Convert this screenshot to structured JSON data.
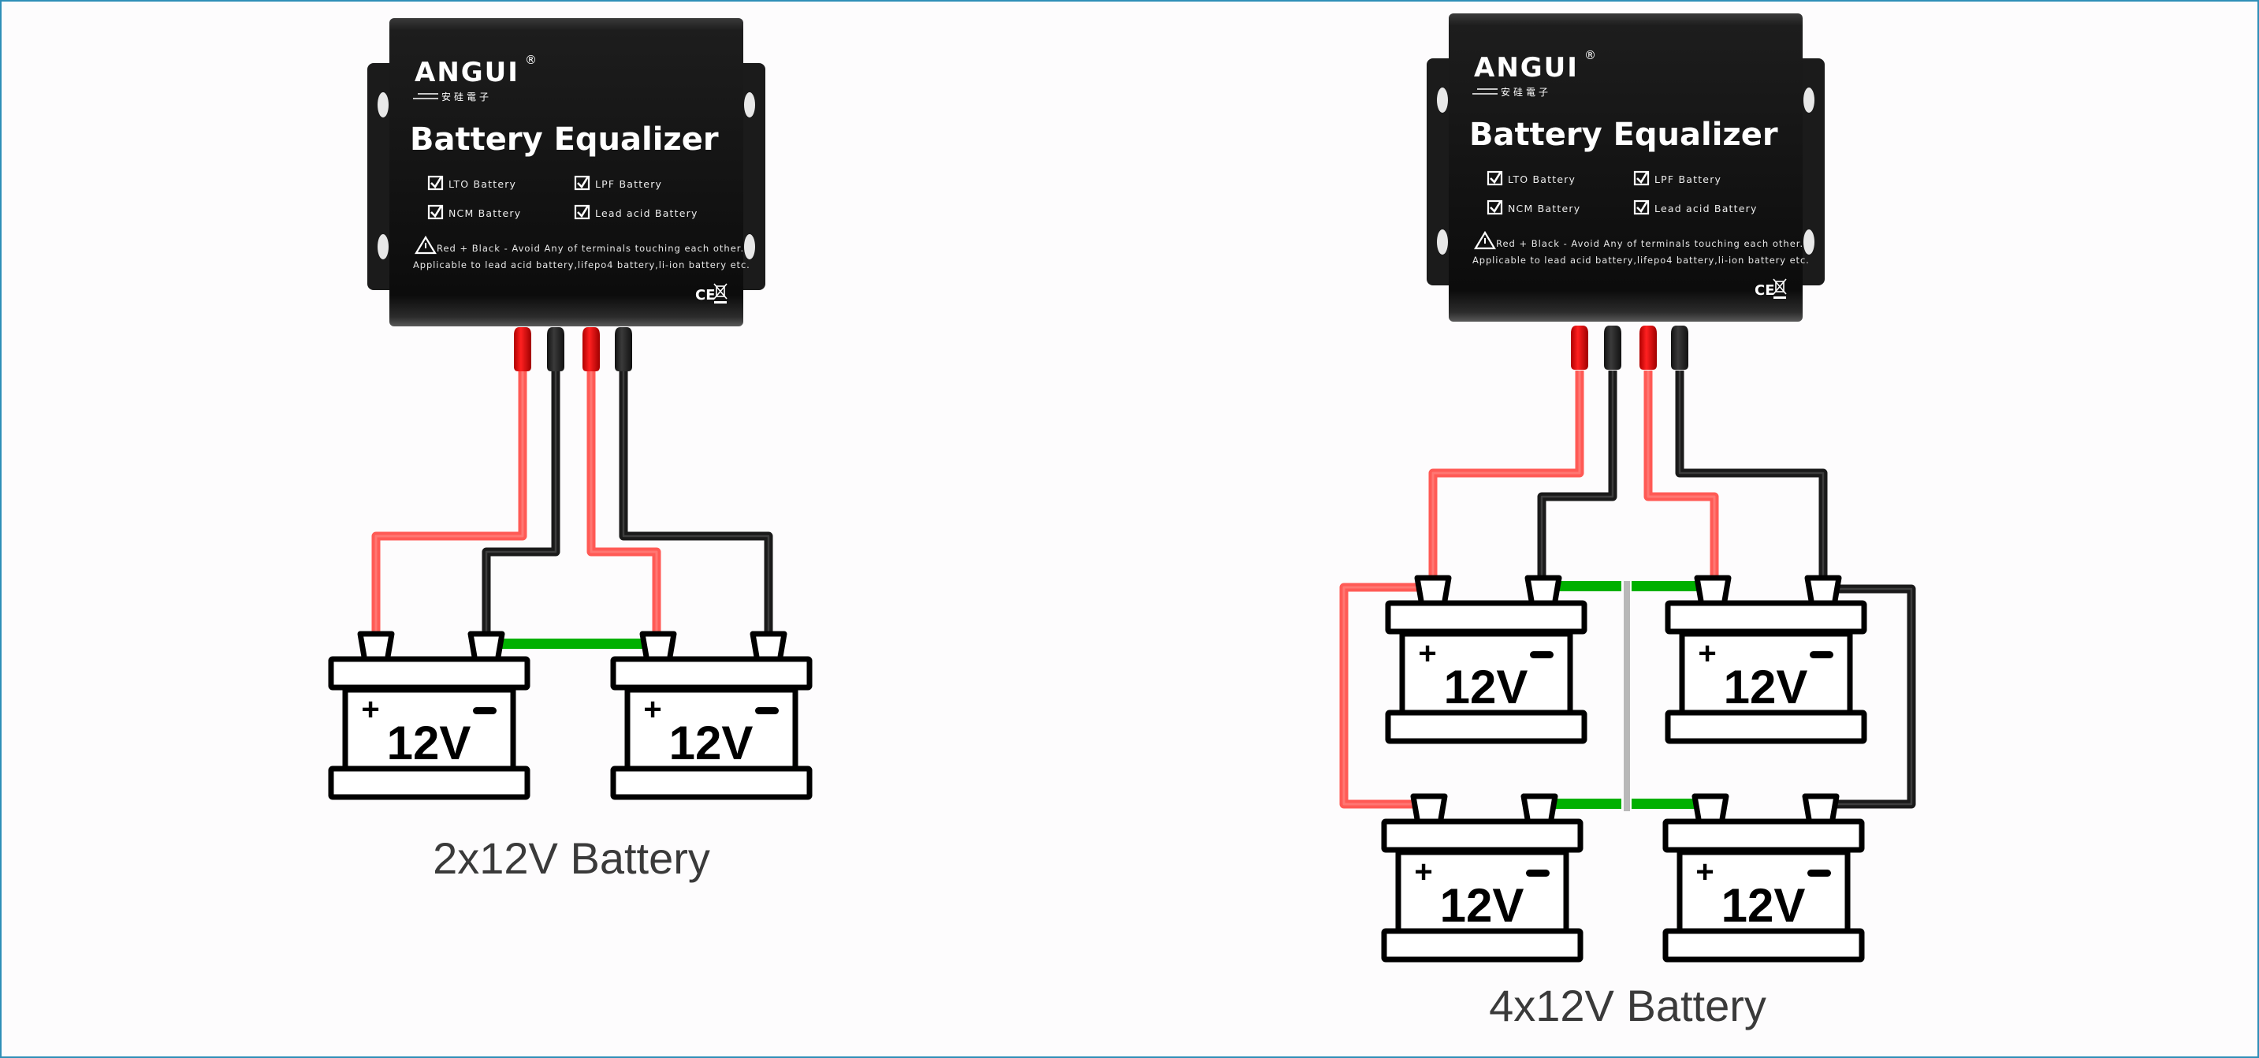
{
  "colors": {
    "frame_border": "#2f8fb8",
    "device_body": "#141414",
    "red_wire": "#ff5a55",
    "red_connector": "#e00000",
    "black_wire": "#1a1a1a",
    "black_connector": "#222222",
    "series_link": "#00b000",
    "parallel_divider": "#b8b8b8",
    "caption": "#3a3a3a"
  },
  "device": {
    "brand": "ANGUI",
    "registered_mark": "®",
    "brand_subtitle": "安硅電子",
    "title": "Battery Equalizer",
    "supported": [
      {
        "label": "LTO Battery",
        "checked": true
      },
      {
        "label": "LPF Battery",
        "checked": true
      },
      {
        "label": "NCM Battery",
        "checked": true
      },
      {
        "label": "Lead acid Battery",
        "checked": true
      }
    ],
    "warning": "Red + Black -   Avoid Any of terminals touching each other.",
    "applicable": "Applicable to lead acid battery,lifepo4 battery,li-ion battery etc.",
    "marks": [
      "CE",
      "WEEE"
    ],
    "connectors": [
      "red",
      "black",
      "red",
      "black"
    ]
  },
  "diagrams": [
    {
      "id": "two",
      "caption": "2x12V Battery",
      "batteries": [
        {
          "voltage": "12V",
          "plus": "+",
          "minus": "−"
        },
        {
          "voltage": "12V",
          "plus": "+",
          "minus": "−"
        }
      ],
      "series_links": 1,
      "wiring": "Connector 1 (red) to battery 1 +, connector 2 (black) to battery 1 −, connector 3 (red) to battery 2 +, connector 4 (black) to battery 2 −"
    },
    {
      "id": "four",
      "caption": "4x12V Battery",
      "batteries": [
        {
          "voltage": "12V",
          "plus": "+",
          "minus": "−"
        },
        {
          "voltage": "12V",
          "plus": "+",
          "minus": "−"
        },
        {
          "voltage": "12V",
          "plus": "+",
          "minus": "−"
        },
        {
          "voltage": "12V",
          "plus": "+",
          "minus": "−"
        }
      ],
      "series_links": 4,
      "wiring": "Top row wired to equalizer like 2x12V; red jumper joins both left + terminals, black jumper joins both right − terminals (2S2P)"
    }
  ]
}
